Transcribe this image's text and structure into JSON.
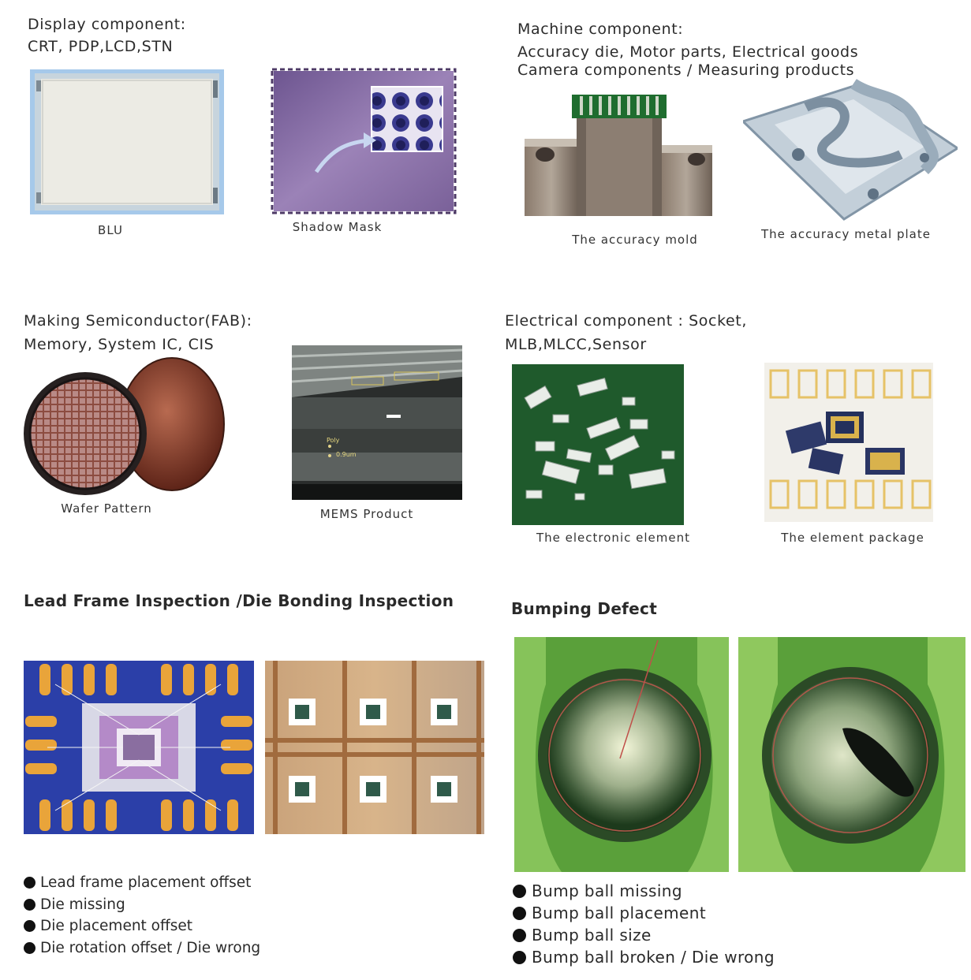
{
  "sections": {
    "display": {
      "title_line1": "Display component:",
      "title_line2": "CRT, PDP,LCD,STN",
      "captions": [
        "BLU",
        "Shadow  Mask"
      ]
    },
    "machine": {
      "title_line1": "Machine component:",
      "title_line2": "Accuracy die, Motor parts, Electrical goods",
      "title_line3": "Camera components / Measuring products",
      "captions": [
        "The  accuracy  mold",
        "The  accuracy  metal  plate"
      ]
    },
    "semiconductor": {
      "title_line1": "Making Semiconductor(FAB):",
      "title_line2": "Memory, System IC, CIS",
      "captions": [
        "Wafer  Pattern",
        "MEMS  Product"
      ],
      "mems_labels": [
        "Poly",
        "0.9um"
      ]
    },
    "electrical": {
      "title_line1": "Electrical component : Socket,",
      "title_line2": "MLB,MLCC,Sensor",
      "captions": [
        "The  electronic  element",
        "The  element  package"
      ]
    },
    "leadframe": {
      "title": "Lead Frame Inspection /Die Bonding Inspection",
      "bullets": [
        "Lead frame placement offset",
        "Die missing",
        "Die placement offset",
        "Die rotation offset / Die wrong"
      ]
    },
    "bumping": {
      "title": "Bumping Defect",
      "bullets": [
        "Bump ball missing",
        "Bump ball placement",
        "Bump ball size",
        "Bump ball broken / Die wrong"
      ]
    }
  },
  "colors": {
    "text": "#2a2a2a",
    "blu_frame": "#9fc3e6",
    "shadow_mask": "#8e6fa8",
    "pcb_green": "#1f5a2c",
    "bump_green": "#7fbe52",
    "wafer_brown": "#8a3e2a"
  }
}
